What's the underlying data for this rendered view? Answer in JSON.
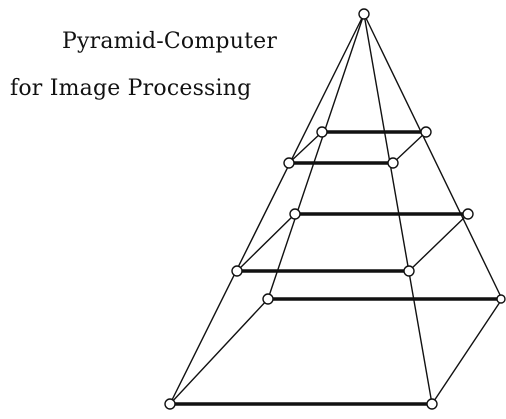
{
  "title": {
    "line1": "Pyramid-Computer",
    "line2": "for Image Processing"
  },
  "diagram": {
    "type": "wireframe-pyramid",
    "apex_count": 1,
    "levels": 4,
    "level_shape": "square-frame",
    "colors": {
      "ink": "#111111",
      "background": "#ffffff"
    }
  }
}
